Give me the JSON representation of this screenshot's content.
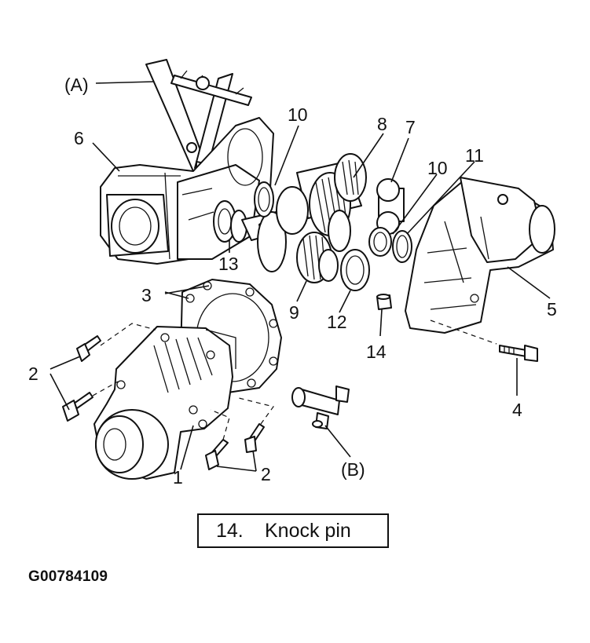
{
  "labels": {
    "A": "(A)",
    "B": "(B)",
    "n1": "1",
    "n2a": "2",
    "n2b": "2",
    "n3": "3",
    "n4": "4",
    "n5": "5",
    "n6": "6",
    "n7": "7",
    "n8": "8",
    "n9": "9",
    "n10a": "10",
    "n10b": "10",
    "n11": "11",
    "n12": "12",
    "n13": "13",
    "n14": "14"
  },
  "legend": {
    "number": "14.",
    "text": "Knock pin"
  },
  "figure_id": "G00784109"
}
